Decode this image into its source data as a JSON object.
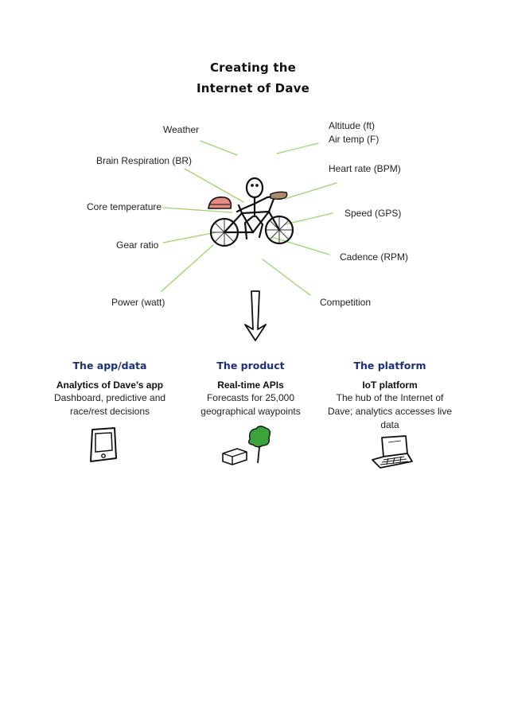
{
  "title": {
    "line1": "Creating the",
    "line2": "Internet of Dave"
  },
  "metrics": {
    "weather": "Weather",
    "altitude": "Altitude (ft)",
    "air_temp": "Air temp (F)",
    "brain_respiration": "Brain Respiration (BR)",
    "heart_rate": "Heart rate (BPM)",
    "core_temperature": "Core temperature",
    "speed": "Speed (GPS)",
    "gear_ratio": "Gear ratio",
    "cadence": "Cadence (RPM)",
    "power": "Power (watt)",
    "competition": "Competition"
  },
  "columns": {
    "app": {
      "heading": "The app/data",
      "subheading": "Analytics of Dave’s app",
      "desc_line1": "Dashboard, predictive and",
      "desc_line2": "race/rest decisions",
      "icon": "phone-icon"
    },
    "product": {
      "heading": "The product",
      "subheading": "Real-time APIs",
      "desc_line1": "Forecasts for 25,000",
      "desc_line2": "geographical waypoints",
      "icon": "tree-and-box-icon"
    },
    "platform": {
      "heading": "The platform",
      "subheading": "IoT platform",
      "desc_line1": "The hub of the Internet of",
      "desc_line2": "Dave; analytics accesses live",
      "desc_line3": "data",
      "icon": "laptop-icon"
    }
  },
  "colors": {
    "connector": "#9bd46a",
    "heading": "#1c2f7a",
    "helmet": "#e98a85",
    "saddle": "#a88a6c",
    "tree": "#3aa33a"
  }
}
